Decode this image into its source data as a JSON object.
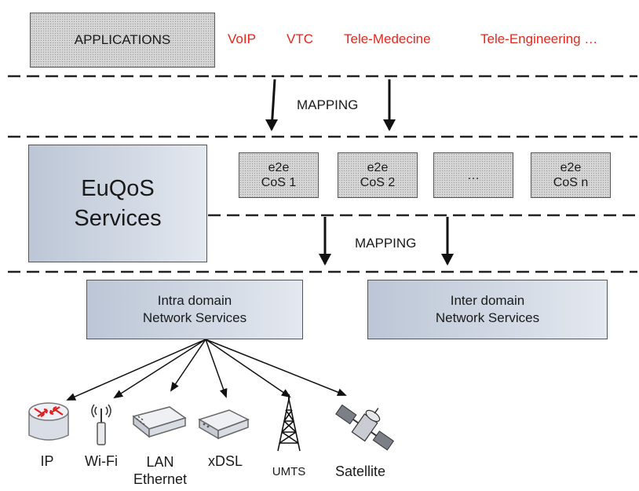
{
  "applications": {
    "box_label": "APPLICATIONS",
    "examples": [
      "VoIP",
      "VTC",
      "Tele-Medecine",
      "Tele-Engineering …"
    ]
  },
  "mapping_top": "MAPPING",
  "mapping_bottom": "MAPPING",
  "euqos": {
    "line1": "EuQoS",
    "line2": "Services"
  },
  "cos_boxes": [
    {
      "line1": "e2e",
      "line2": "CoS 1"
    },
    {
      "line1": "e2e",
      "line2": "CoS 2"
    },
    {
      "line1": "…",
      "line2": ""
    },
    {
      "line1": "e2e",
      "line2": "CoS n"
    }
  ],
  "intra": {
    "line1": "Intra domain",
    "line2": "Network Services"
  },
  "inter": {
    "line1": "Inter domain",
    "line2": "Network Services"
  },
  "devices": [
    {
      "label": "IP",
      "icon": "router-icon"
    },
    {
      "label": "Wi-Fi",
      "icon": "antenna-icon"
    },
    {
      "label": "LAN\nEthernet",
      "icon": "switch-icon"
    },
    {
      "label": "xDSL",
      "icon": "modem-icon"
    },
    {
      "label": "UMTS",
      "icon": "tower-icon"
    },
    {
      "label": "Satellite",
      "icon": "satellite-icon"
    }
  ],
  "colors": {
    "app_text": "#e8261c",
    "box_blue": "#c9d1de",
    "line": "#222222"
  }
}
